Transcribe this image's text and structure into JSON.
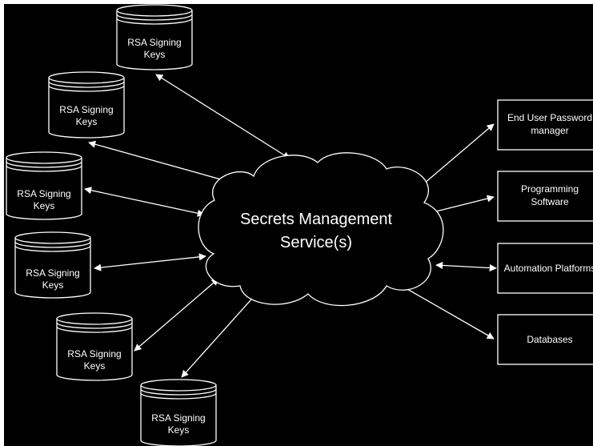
{
  "diagram": {
    "center": {
      "label_line1": "Secrets Management",
      "label_line2": "Service(s)"
    },
    "left_nodes": [
      {
        "line1": "RSA Signing",
        "line2": "Keys"
      },
      {
        "line1": "RSA Signing",
        "line2": "Keys"
      },
      {
        "line1": "RSA Signing",
        "line2": "Keys"
      },
      {
        "line1": "RSA Signing",
        "line2": "Keys"
      },
      {
        "line1": "RSA Signing",
        "line2": "Keys"
      },
      {
        "line1": "RSA Signing",
        "line2": "Keys"
      }
    ],
    "right_nodes": [
      {
        "line1": "End User Password",
        "line2": "manager"
      },
      {
        "line1": "Programming",
        "line2": "Software"
      },
      {
        "line1": "Automation Platforms",
        "line2": ""
      },
      {
        "line1": "Databases",
        "line2": ""
      }
    ],
    "colors": {
      "background": "#000000",
      "stroke": "#ffffff",
      "text": "#ffffff",
      "outer_border": "#ffffff"
    }
  }
}
